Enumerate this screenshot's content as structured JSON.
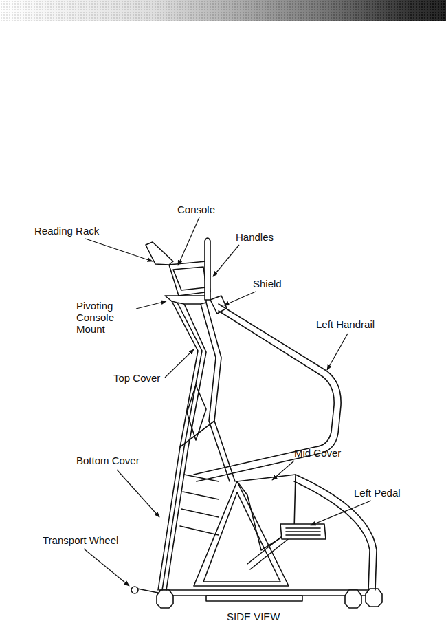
{
  "diagram": {
    "caption": "SIDE VIEW",
    "labels": [
      "Console",
      "Reading Rack",
      "Handles",
      "Shield",
      "Pivoting Console Mount",
      "Left Handrail",
      "Top Cover",
      "Mid Cover",
      "Bottom Cover",
      "Left Pedal",
      "Transport Wheel"
    ]
  }
}
